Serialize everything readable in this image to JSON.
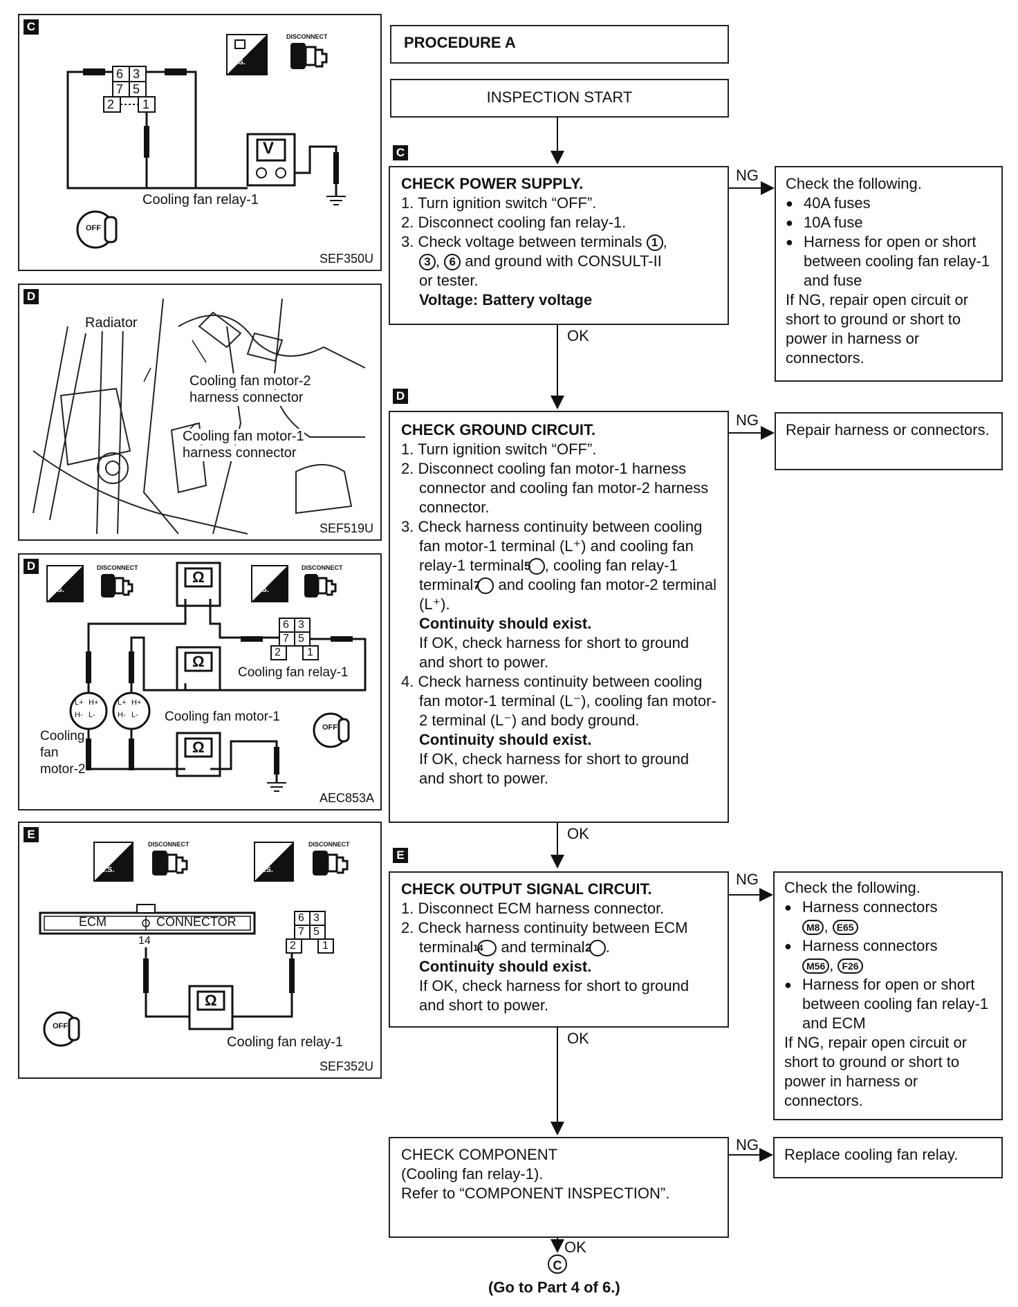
{
  "panels": {
    "c": {
      "letter": "C",
      "code": "SEF350U",
      "disconnect": "DISCONNECT",
      "ts": "T.S.",
      "meter": "V",
      "off": "OFF",
      "relay_label": "Cooling fan relay-1",
      "terminals": [
        "6",
        "3",
        "7",
        "5",
        "2",
        "1"
      ]
    },
    "d1": {
      "letter": "D",
      "code": "SEF519U",
      "radiator": "Radiator",
      "motor2_line1": "Cooling fan motor-2",
      "motor2_line2": "harness connector",
      "motor1_line1": "Cooling fan motor-1",
      "motor1_line2": "harness connector"
    },
    "d2": {
      "letter": "D",
      "code": "AEC853A",
      "disconnect": "DISCONNECT",
      "ts": "T.S.",
      "meter": "Ω",
      "off": "OFF",
      "relay_label": "Cooling fan relay-1",
      "motor1_label": "Cooling fan motor-1",
      "motor2_line1": "Cooling",
      "motor2_line2": "fan",
      "motor2_line3": "motor-2",
      "terminals": [
        "6",
        "3",
        "7",
        "5",
        "2",
        "1"
      ],
      "conn_pins": [
        "L+",
        "H+",
        "H-",
        "L-"
      ]
    },
    "e": {
      "letter": "E",
      "code": "SEF352U",
      "disconnect": "DISCONNECT",
      "hs": "H.S.",
      "ts": "T.S.",
      "meter": "Ω",
      "off": "OFF",
      "ecm": "ECM",
      "connector": "CONNECTOR",
      "pin": "14",
      "relay_label": "Cooling fan relay-1",
      "terminals": [
        "6",
        "3",
        "7",
        "5",
        "2",
        "1"
      ]
    }
  },
  "flow": {
    "procedure_title": "PROCEDURE A",
    "start": "INSPECTION START",
    "step_c": {
      "letter": "C",
      "title": "CHECK POWER SUPPLY.",
      "l1": "1. Turn ignition switch “OFF”.",
      "l2": "2. Disconnect cooling fan relay-1.",
      "l3a": "3. Check voltage between terminals",
      "t1": "1",
      "t3": "3",
      "t6": "6",
      "l3b": "and ground with CONSULT-II",
      "l3c": "or tester.",
      "l4": "Voltage: Battery voltage",
      "ng": "NG",
      "ok": "OK"
    },
    "ng_c": {
      "intro": "Check the following.",
      "items": [
        "40A fuses",
        "10A fuse",
        "Harness for open or short between cooling fan relay-1 and fuse"
      ],
      "tail": "If NG, repair open circuit or short to ground or short to power in harness or connectors."
    },
    "step_d": {
      "letter": "D",
      "title": "CHECK GROUND CIRCUIT.",
      "l1": "1. Turn ignition switch “OFF”.",
      "l2": "2. Disconnect cooling fan motor-1 harness connector and cooling fan motor-2 harness connector.",
      "l3a": "3. Check harness continuity between cooling fan motor-1 terminal (L⁺) and cooling fan relay-1 terminal",
      "t5": "5",
      "l3b": ", cooling fan relay-1 terminal",
      "t7": "7",
      "l3c": "and cooling fan motor-2 terminal (L⁺).",
      "cont1": "Continuity should exist.",
      "ok1": "If OK, check harness for short to ground and short to power.",
      "l4": "4. Check harness continuity between cooling fan motor-1 terminal (L⁻), cooling fan motor-2 terminal (L⁻) and body ground.",
      "cont2": "Continuity should exist.",
      "ok2": "If OK, check harness for short to ground and short to power.",
      "ng": "NG",
      "ok": "OK"
    },
    "ng_d": "Repair harness or connectors.",
    "step_e": {
      "letter": "E",
      "title": "CHECK OUTPUT SIGNAL CIRCUIT.",
      "l1": "1. Disconnect ECM harness connector.",
      "l2a": "2. Check harness continuity between ECM terminal",
      "t14": "14",
      "l2b": "and terminal",
      "t2": "2",
      "cont": "Continuity should exist.",
      "ok1": "If OK, check harness for short to ground and short to power.",
      "ng": "NG",
      "ok": "OK"
    },
    "ng_e": {
      "intro": "Check the following.",
      "hc1": "Harness connectors",
      "m8": "M8",
      "e65": "E65",
      "hc2": "Harness connectors",
      "m56": "M56",
      "f26": "F26",
      "item3": "Harness for open or short between cooling fan relay-1 and ECM",
      "tail": "If NG, repair open circuit or short to ground or short to power in harness or connectors."
    },
    "step_comp": {
      "l1": "CHECK COMPONENT",
      "l2": "(Cooling fan relay-1).",
      "l3": "Refer to “COMPONENT INSPECTION”.",
      "ng": "NG",
      "ok": "OK"
    },
    "ng_comp": "Replace cooling fan relay.",
    "goto_symbol": "C",
    "goto": "(Go to Part 4 of 6.)"
  }
}
